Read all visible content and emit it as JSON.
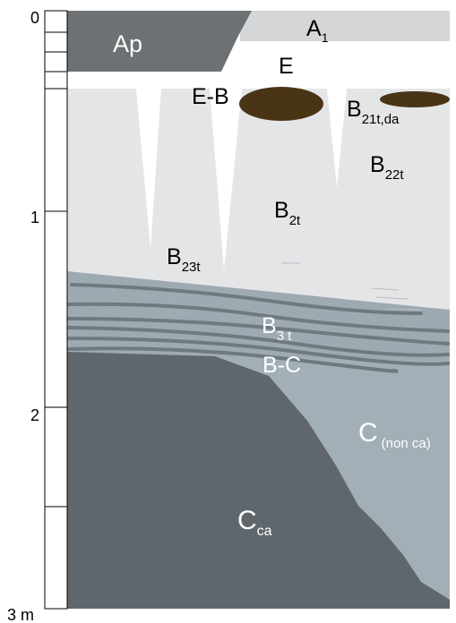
{
  "depth_axis": {
    "ticks": [
      "0",
      "1",
      "2",
      "3 m"
    ]
  },
  "horizons": {
    "ap": "Ap",
    "a1_main": "A",
    "a1_sub": "1",
    "e": "E",
    "eb": "E-B",
    "b21_main": "B",
    "b21_sub": "21t,da",
    "b22_main": "B",
    "b22_sub": "22t",
    "b2_main": "B",
    "b2_sub": "2t",
    "b23_main": "B",
    "b23_sub": "23t",
    "b3_main": "B",
    "b3_sub": "3 t",
    "bc": "B-C",
    "cnon_main": "C",
    "cnon_sub": "(non ca)",
    "cca_main": "C",
    "cca_sub": "ca"
  },
  "colors": {
    "ap": "#6e7173",
    "a1": "#d4d6d8",
    "e": "#ffffff",
    "b2": "#e4e5e7",
    "b3": "#9eaab1",
    "b3_bands": "#6f7a80",
    "c_non_ca": "#a3afb6",
    "c_ca": "#5f676c",
    "nodules": "#4a3416"
  }
}
